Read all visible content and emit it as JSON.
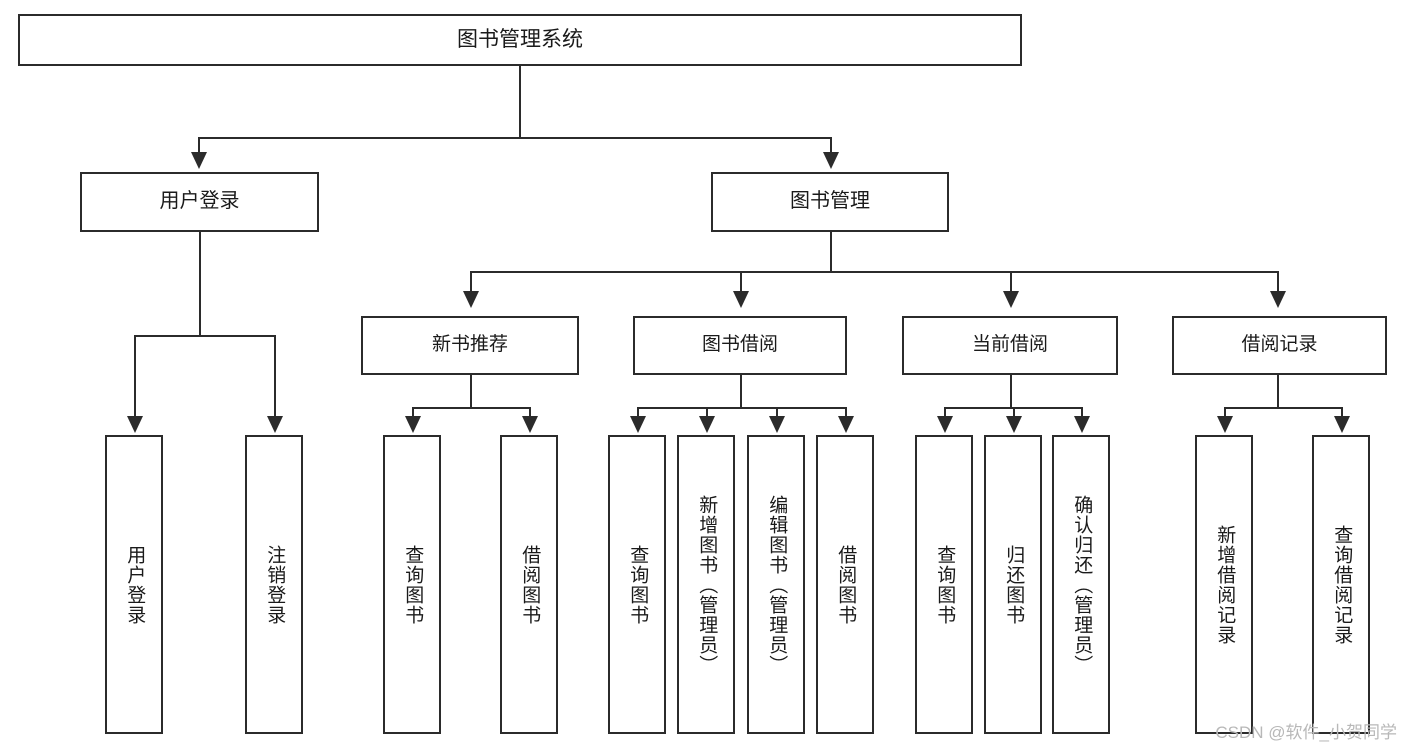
{
  "diagram": {
    "title": "图书管理系统",
    "type": "hierarchy-tree",
    "colors": {
      "line": "#2b2b2b",
      "box_fill": "#ffffff",
      "text": "#1a1a1a",
      "watermark": "#b8b8b8"
    },
    "root": {
      "label": "图书管理系统"
    },
    "level2": [
      {
        "label": "用户登录"
      },
      {
        "label": "图书管理"
      }
    ],
    "level3": [
      {
        "label": "新书推荐"
      },
      {
        "label": "图书借阅"
      },
      {
        "label": "当前借阅"
      },
      {
        "label": "借阅记录"
      }
    ],
    "leaves": {
      "user_login": [
        {
          "label": "用户登录"
        },
        {
          "label": "注销登录"
        }
      ],
      "new_book_recommend": [
        {
          "label": "查询图书"
        },
        {
          "label": "借阅图书"
        }
      ],
      "book_borrow": [
        {
          "label": "查询图书"
        },
        {
          "label": "新增图书（管理员）"
        },
        {
          "label": "编辑图书（管理员）"
        },
        {
          "label": "借阅图书"
        }
      ],
      "current_borrow": [
        {
          "label": "查询图书"
        },
        {
          "label": "归还图书"
        },
        {
          "label": "确认归还（管理员）"
        }
      ],
      "borrow_record": [
        {
          "label": "新增借阅记录"
        },
        {
          "label": "查询借阅记录"
        }
      ]
    }
  },
  "watermark": {
    "text": "CSDN @软件_小贺同学"
  }
}
